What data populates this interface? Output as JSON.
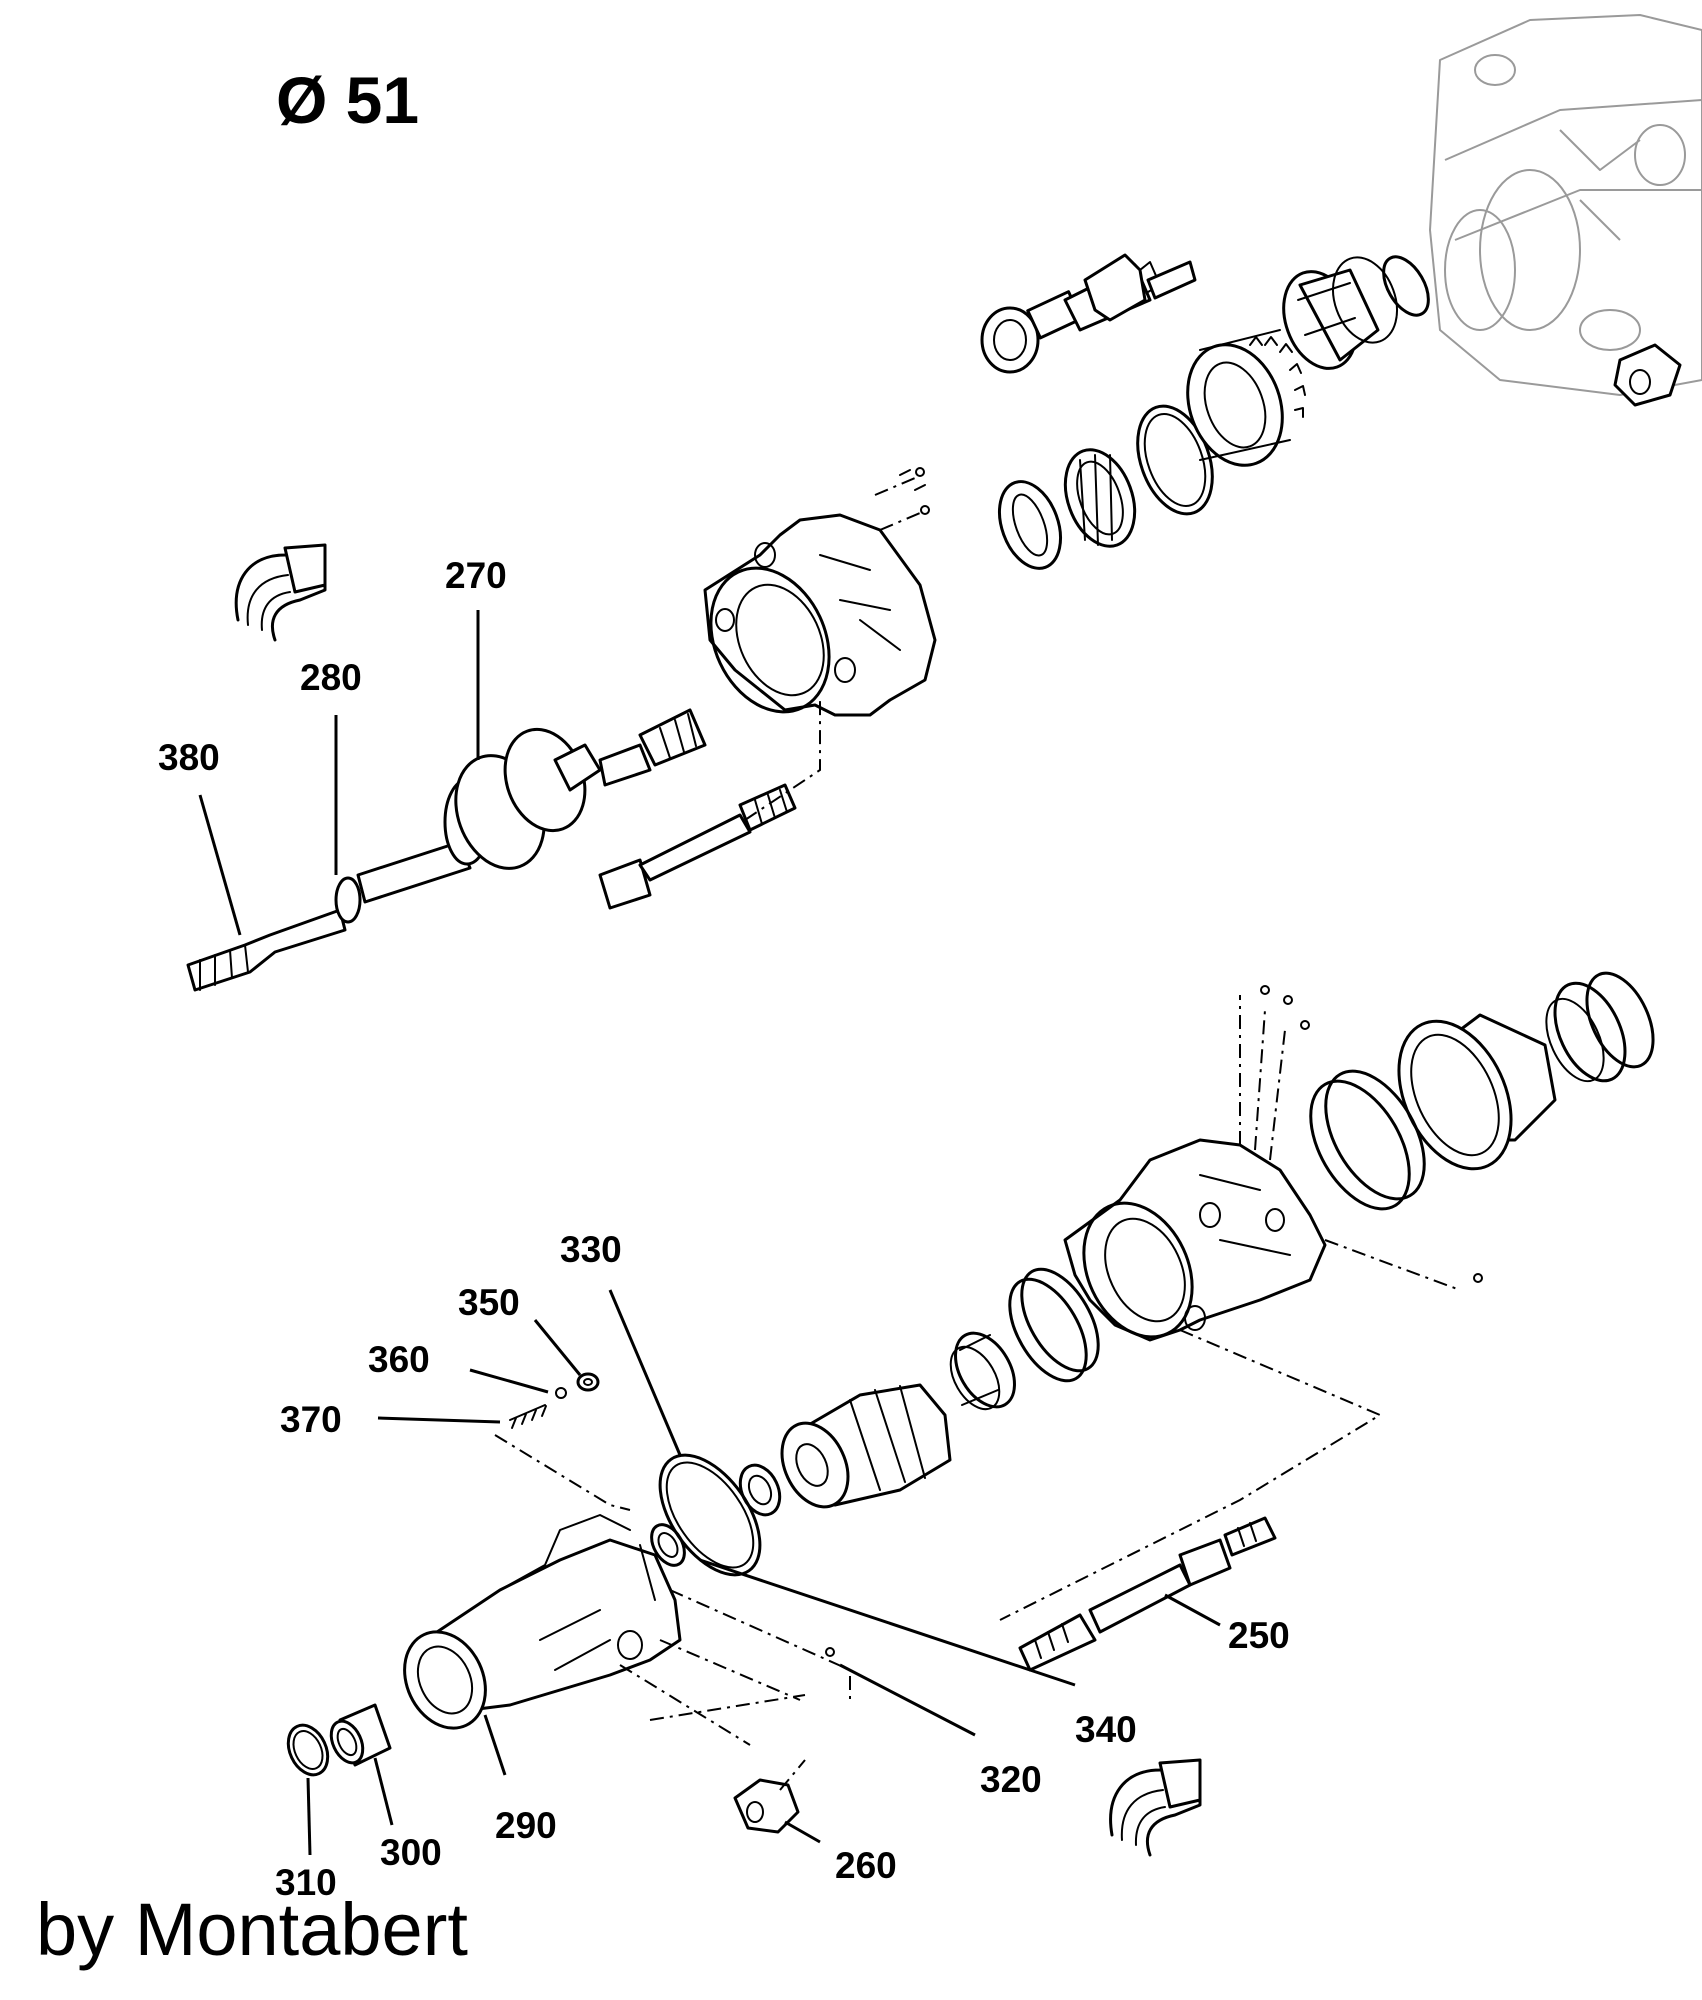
{
  "title": "Ø 51",
  "credit": "by Montabert",
  "callouts": [
    {
      "id": "380",
      "label": "380"
    },
    {
      "id": "280",
      "label": "280"
    },
    {
      "id": "270",
      "label": "270"
    },
    {
      "id": "330",
      "label": "330"
    },
    {
      "id": "350",
      "label": "350"
    },
    {
      "id": "360",
      "label": "360"
    },
    {
      "id": "370",
      "label": "370"
    },
    {
      "id": "250",
      "label": "250"
    },
    {
      "id": "340",
      "label": "340"
    },
    {
      "id": "320",
      "label": "320"
    },
    {
      "id": "290",
      "label": "290"
    },
    {
      "id": "300",
      "label": "300"
    },
    {
      "id": "310",
      "label": "310"
    },
    {
      "id": "260",
      "label": "260"
    }
  ],
  "icons": [
    "grease-symbol-icon"
  ]
}
